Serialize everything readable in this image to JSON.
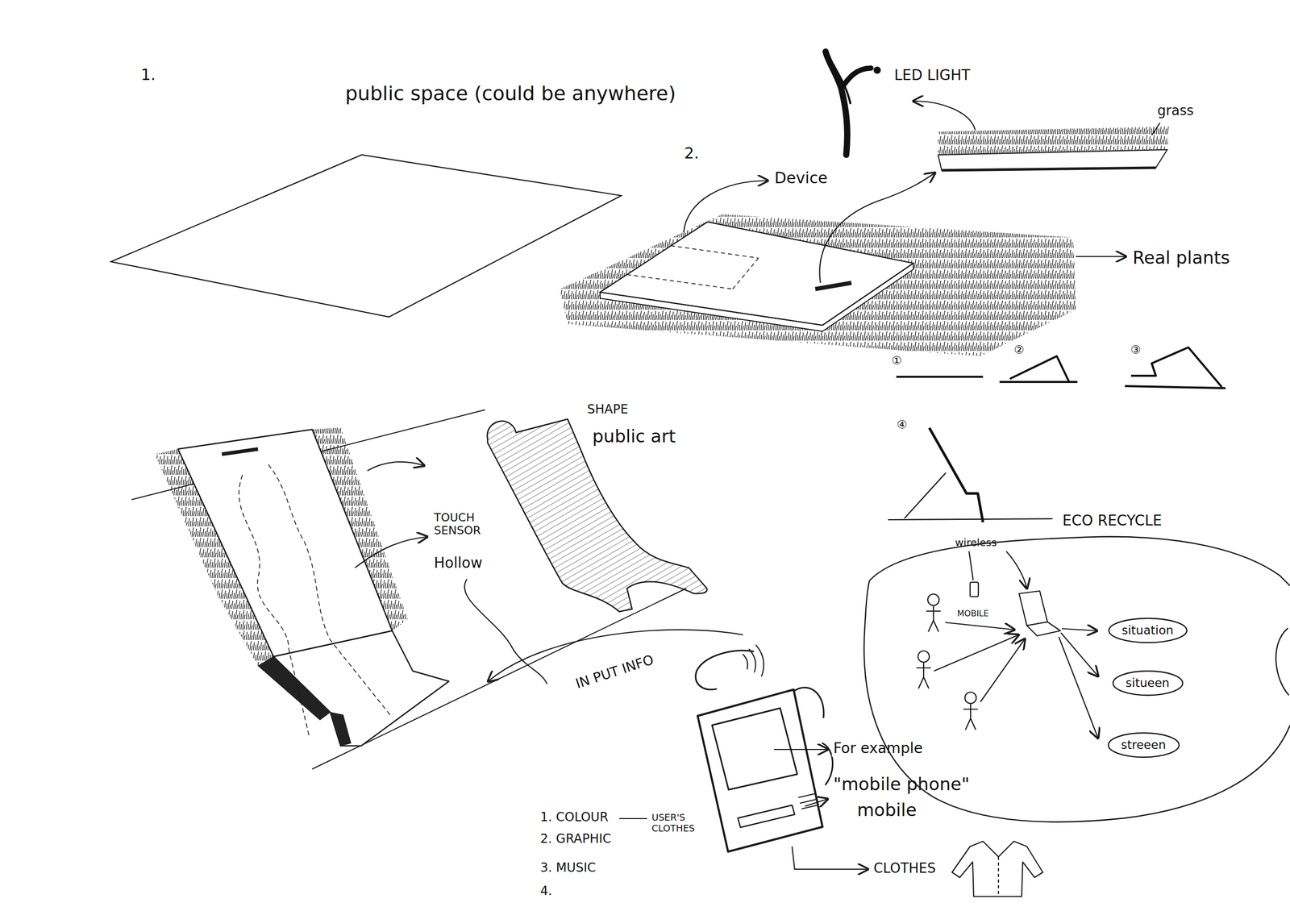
{
  "diagram": {
    "nodes": [
      {
        "text": [
          "ECO RECYCLE"
        ]
      },
      {
        "text": [
          "situation"
        ],
        "in": 0
      },
      {
        "text": [
          "situeen"
        ],
        "in": 0
      },
      {
        "text": [
          "streeen"
        ],
        "in": 0
      }
    ],
    "labels": [
      "1.",
      "public space (could be anywhere)",
      "LED LIGHT",
      "grass",
      "2.",
      "Device",
      "Real plants",
      "①",
      "②",
      "③",
      "④",
      "SHAPE",
      "public art",
      "TOUCH SENSOR",
      "Hollow",
      "wireless",
      "MOBILE",
      "IN PUT INFO",
      "For example",
      "\"mobile phone\"",
      "mobile",
      "1. COLOUR",
      "USER'S CLOTHES",
      "2. GRAPHIC",
      "3. MUSIC",
      "4.",
      "CLOTHES"
    ]
  }
}
